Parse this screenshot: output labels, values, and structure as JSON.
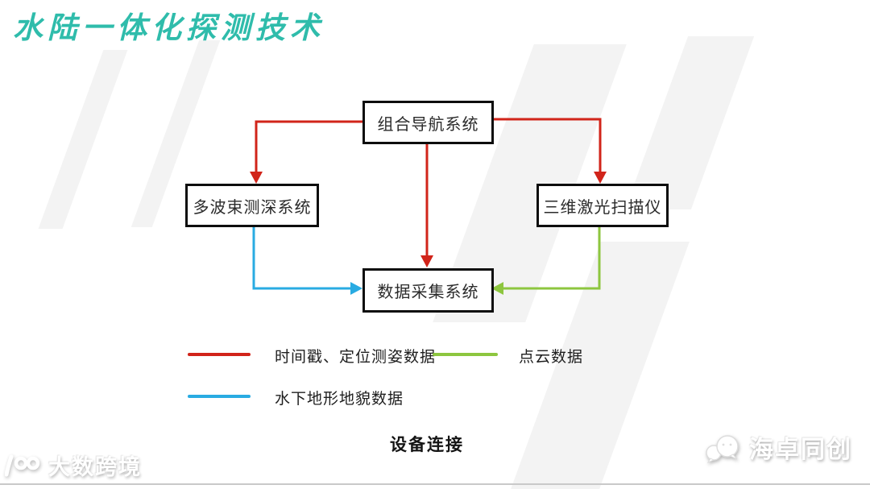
{
  "title": "水陆一体化探测技术",
  "colors": {
    "title": "#2fbcab",
    "red_line": "#d1241a",
    "blue_line": "#29abe2",
    "green_line": "#8dc63f",
    "box_border": "#0d0d0d"
  },
  "diagram": {
    "caption": "设备连接",
    "nodes": [
      {
        "id": "combined-navigation-system",
        "label": "组合导航系统"
      },
      {
        "id": "multibeam-sounding-system",
        "label": "多波束测深系统"
      },
      {
        "id": "3d-laser-scanner",
        "label": "三维激光扫描仪"
      },
      {
        "id": "data-acquisition-system",
        "label": "数据采集系统"
      }
    ],
    "edges": [
      {
        "from": "组合导航系统",
        "to": "多波束测深系统",
        "data_type": "时间戳、定位测姿数据",
        "color": "#d1241a"
      },
      {
        "from": "组合导航系统",
        "to": "数据采集系统",
        "data_type": "时间戳、定位测姿数据",
        "color": "#d1241a"
      },
      {
        "from": "组合导航系统",
        "to": "三维激光扫描仪",
        "data_type": "时间戳、定位测姿数据",
        "color": "#d1241a"
      },
      {
        "from": "多波束测深系统",
        "to": "数据采集系统",
        "data_type": "水下地形地貌数据",
        "color": "#29abe2"
      },
      {
        "from": "三维激光扫描仪",
        "to": "数据采集系统",
        "data_type": "点云数据",
        "color": "#8dc63f"
      }
    ]
  },
  "legend": [
    {
      "label": "时间戳、定位测姿数据",
      "color": "#d1241a"
    },
    {
      "label": "点云数据",
      "color": "#8dc63f"
    },
    {
      "label": "水下地形地貌数据",
      "color": "#29abe2"
    }
  ],
  "watermarks": {
    "bottom_left_logo": "100",
    "bottom_left": "大数跨境",
    "bottom_right": "海卓同创"
  }
}
